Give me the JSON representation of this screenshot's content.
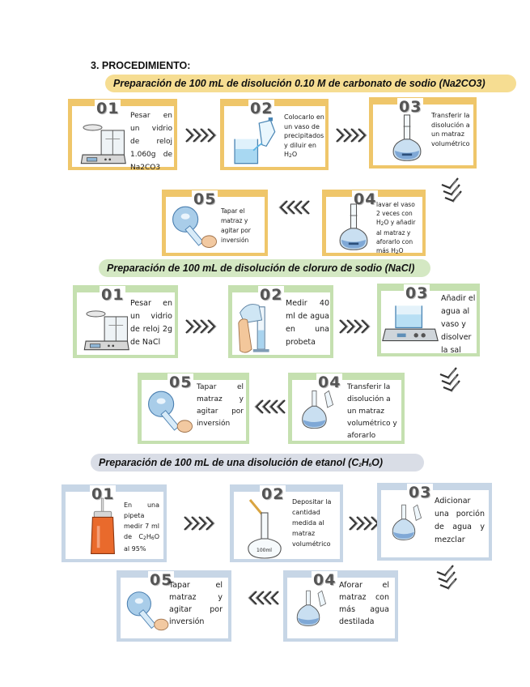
{
  "heading": "3.  PROCEDIMIENTO:",
  "sections": [
    {
      "title": "Preparación de 100 mL de disolución 0.10 M de carbonato de sodio (Na2CO3)",
      "steps": [
        {
          "num": "01",
          "text": "Pesar en un vidrio de reloj 1.060g de Na2CO3",
          "icon": "balance-icon"
        },
        {
          "num": "02",
          "text_a": "Colocarlo en un vaso de precipitados y diluir en H",
          "sub": "2",
          "text_b": "O",
          "icon": "beaker-pouring-icon"
        },
        {
          "num": "03",
          "text": "Transferir la disolución a un matraz volumétrico",
          "icon": "volumetric-flask-icon"
        },
        {
          "num": "04",
          "text_a": "lavar el vaso 2 veces con H",
          "sub1": "2",
          "text_b": "O y añadir al matraz y aforarlo con más H",
          "sub2": "2",
          "text_c": "O",
          "icon": "volumetric-flask-icon"
        },
        {
          "num": "05",
          "text": "Tapar el matraz y agitar por inversión",
          "icon": "flask-inversion-icon"
        }
      ]
    },
    {
      "title": "Preparación de 100 mL de disolución de cloruro de sodio (NaCl)",
      "steps": [
        {
          "num": "01",
          "text": "Pesar en un vidrio de reloj 2g de NaCl",
          "icon": "balance-icon"
        },
        {
          "num": "02",
          "text": "Medir 40 ml de agua en una probeta",
          "icon": "graduated-cylinder-icon"
        },
        {
          "num": "03",
          "text": "Añadir el agua al vaso y disolver la sal",
          "icon": "stirrer-icon"
        },
        {
          "num": "04",
          "text": "Transferir la disolución a un matraz volumétrico y aforarlo",
          "icon": "volumetric-flask-icon"
        },
        {
          "num": "05",
          "text": "Tapar el matraz y agitar por inversión",
          "icon": "flask-inversion-icon"
        }
      ]
    },
    {
      "title_a": "Preparación de 100 mL de una disolución de etanol (C",
      "title_sub1": "2",
      "title_b": "H",
      "title_sub2": "6",
      "title_c": "O)",
      "steps": [
        {
          "num": "01",
          "text_a": "En una pipeta medir 7 ml de C",
          "sub1": "2",
          "text_b": "H",
          "sub2": "6",
          "text_c": "O al 95%",
          "icon": "pipette-bottle-icon"
        },
        {
          "num": "02",
          "text": "Depositar la cantidad medida al matraz volumétrico",
          "icon": "volumetric-flask-icon",
          "flask_label": "100ml"
        },
        {
          "num": "03",
          "text": "Adicionar una porción de agua y mezclar",
          "icon": "volumetric-flask-icon"
        },
        {
          "num": "04",
          "text": "Aforar el matraz con más agua destilada",
          "icon": "volumetric-flask-icon"
        },
        {
          "num": "05",
          "text": "Tapar el matraz y agitar por inversión",
          "icon": "flask-inversion-icon"
        }
      ]
    }
  ],
  "colors": {
    "section1": "#efc66a",
    "section2": "#c5e0b0",
    "section3": "#c7d6e6",
    "banner1": "#f6dd92",
    "banner2": "#d4e8c3",
    "banner3": "#d9dde6"
  }
}
